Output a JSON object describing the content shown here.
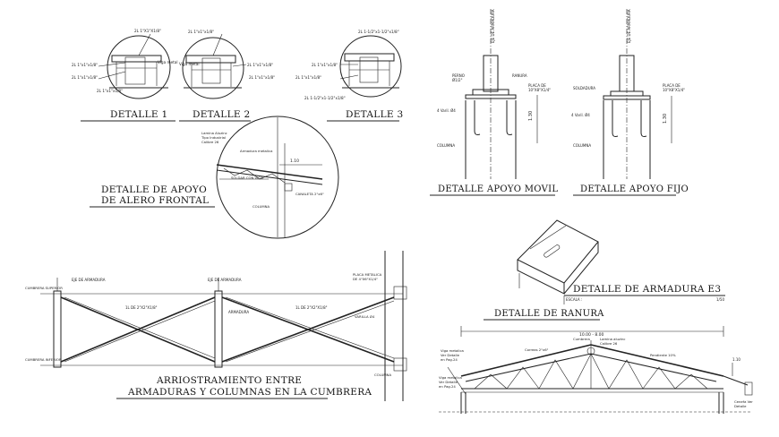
{
  "titles": {
    "detalle1": "DETALLE 1",
    "detalle2": "DETALLE 2",
    "detalle3": "DETALLE 3",
    "alero_1": "DETALLE DE APOYO",
    "alero_2": "DE ALERO FRONTAL",
    "apoyo_movil": "DETALLE APOYO MOVIL",
    "apoyo_fijo": "DETALLE APOYO FIJO",
    "armadura_e3": "DETALLE DE ARMADURA E3",
    "ranura": "DETALLE DE RANURA",
    "arriostramiento_1": "ARRIOSTRAMIENTO ENTRE",
    "arriostramiento_2": "ARMADURAS Y COLUMNAS EN LA CUMBRERA"
  },
  "labels": {
    "d1_a": "2L 1\"X1\"X1/8\"",
    "d1_b": "2L 1\"x1\"x1/8\"",
    "d1_c": "2L 1\"x1\"x1/8\"",
    "d1_d": "2L 1\"x1\"x1/8\"",
    "d1_e": "Viga metal",
    "d2_a": "2L 1\"x1\"x1/8\"",
    "d2_b": "2L 1\"x1\"x1/8\"",
    "d2_c": "2L 1\"x1\"x1/8\"",
    "d2_d": "Viga metal",
    "d3_a": "2L 1-1/2\"x1-1/2\"x1/8\"",
    "d3_b": "2L 1\"x1\"x1/8\"",
    "d3_c": "2L 1\"x1\"x1/8\"",
    "d3_d": "2L 1-1/2\"x1-1/2\"x1/8\"",
    "eje_armadura": "EJE DE ARMADURA",
    "perno": "PERNO",
    "perno_dim": "Ø1/2\"",
    "ranura_lbl": "RANURA",
    "placa": "PLACA DE",
    "placa_dim": "10\"X8\"X1/4\"",
    "soldadura": "SOLDADURA",
    "varilla": "4 Varil. Ø4",
    "columna": "COLUMNA",
    "dim_130": "1.30",
    "dim_110": "1.10",
    "cumbrera_tab": "CUMBRERA SUPERIOR",
    "cumbrera_inf": "CUMBRERA INFERIOR",
    "eje_armadura_2": "EJE DE ARMADURA",
    "armadura": "ARMADURA",
    "diag_1": "1L DE 2\"X2\"X1/8\"",
    "diag_2": "1L DE 2\"X2\"X1/8\"",
    "placa_metalica": "PLACA METALICA",
    "placa_metalica_dim": "DE 4\"X6\"X1/4\"",
    "varilla_2": "VARILLA Ø4",
    "columna_2": "COLUMNA",
    "escala": "ESCALA :",
    "escala_val": "1/50",
    "span": "10.00 - 8.00",
    "canaleta": "CANALETA 2\"x6\"",
    "alero_note_1": "Lamina Aluzinc",
    "alero_note_2": "Tipo Industrial",
    "alero_note_3": "Calibre 26",
    "alero_note_4": "Armadura metalica",
    "soldar": "SOLDAR CON VIGA",
    "ref_dim": "1.10",
    "e3_note_1": "Cumbrera",
    "e3_note_2": "Lamina aluzinc",
    "e3_note_3": "Calibre 26",
    "e3_note_4": "Viga metalica",
    "e3_note_5": "Ver Detalle",
    "e3_note_6": "en Pag.24",
    "e3_note_7": "Cenefa Ver",
    "e3_note_8": "Detalle",
    "correas": "Correas 2\"x6\"",
    "pendiente": "Pendiente 10%"
  }
}
